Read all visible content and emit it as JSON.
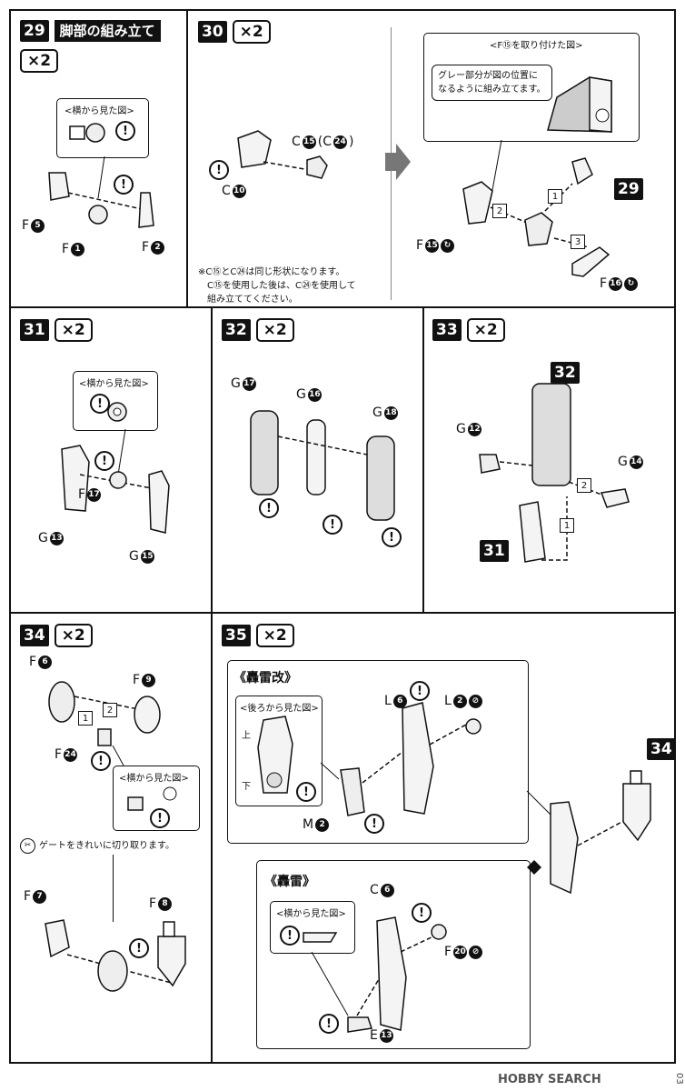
{
  "steps": {
    "s29": {
      "num": "29",
      "title": "脚部の組み立て",
      "qty": "×2",
      "side_view": "<横から見た図>",
      "parts": {
        "a": "F",
        "a_n": "5",
        "b": "F",
        "b_n": "1",
        "c": "F",
        "c_n": "2"
      }
    },
    "s30": {
      "num": "30",
      "qty": "×2",
      "parts": {
        "c15": "C",
        "c15_n": "15",
        "c24": "(C",
        "c24_n": "24",
        "c24_close": ")",
        "c10": "C",
        "c10_n": "10"
      },
      "note": [
        "※C⑮とC㉔は同じ形状になります。",
        "C⑮を使用した後は、C㉔を使用して",
        "組み立ててください。"
      ]
    },
    "s30b": {
      "panel_label": "<F⑮を取り付けた図>",
      "callout": [
        "グレー部分が図の位置に",
        "なるように組み立てます。"
      ],
      "ref": "29",
      "parts": {
        "f15": "F",
        "f15_n": "15",
        "f16": "F",
        "f16_n": "16"
      },
      "order": [
        "1",
        "2",
        "3"
      ]
    },
    "s31": {
      "num": "31",
      "qty": "×2",
      "side_view": "<横から見た図>",
      "parts": {
        "g13": "G",
        "g13_n": "13",
        "f17": "F",
        "f17_n": "17",
        "g15": "G",
        "g15_n": "15"
      }
    },
    "s32": {
      "num": "32",
      "qty": "×2",
      "parts": {
        "g17": "G",
        "g17_n": "17",
        "g16": "G",
        "g16_n": "16",
        "g18": "G",
        "g18_n": "18"
      }
    },
    "s33": {
      "num": "33",
      "qty": "×2",
      "ref32": "32",
      "ref31": "31",
      "parts": {
        "g12": "G",
        "g12_n": "12",
        "g14": "G",
        "g14_n": "14"
      },
      "order": [
        "1",
        "2"
      ]
    },
    "s34": {
      "num": "34",
      "qty": "×2",
      "side_view": "<横から見た図>",
      "gate_note": "ゲートをきれいに切り取ります。",
      "parts": {
        "f6": "F",
        "f6_n": "6",
        "f9": "F",
        "f9_n": "9",
        "f24": "F",
        "f24_n": "24",
        "f7": "F",
        "f7_n": "7",
        "f8": "F",
        "f8_n": "8"
      },
      "order": [
        "1",
        "2"
      ]
    },
    "s35": {
      "num": "35",
      "qty": "×2",
      "ref34": "34",
      "kai": {
        "title": "《轟雷改》",
        "back_view": "<後ろから見た図>",
        "top": "上",
        "bottom": "下",
        "parts": {
          "l6": "L",
          "l6_n": "6",
          "l2": "L",
          "l2_n": "2",
          "m2": "M",
          "m2_n": "2"
        }
      },
      "gourai": {
        "title": "《轟雷》",
        "side_view": "<横から見た図>",
        "parts": {
          "c6": "C",
          "c6_n": "6",
          "f20": "F",
          "f20_n": "20",
          "e13": "E",
          "e13_n": "13"
        }
      }
    }
  },
  "footer": {
    "page": "03",
    "watermark": "HOBBY SEARCH"
  }
}
